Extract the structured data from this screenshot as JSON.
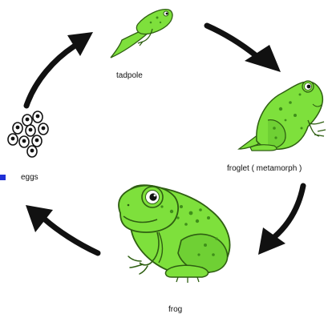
{
  "stages": {
    "tadpole": {
      "label": "tadpole",
      "icon": "tadpole-illustration"
    },
    "froglet": {
      "label": "froglet ( metamorph )",
      "icon": "froglet-illustration"
    },
    "frog": {
      "label": "frog",
      "icon": "frog-illustration"
    },
    "eggs": {
      "label": "eggs",
      "icon": "egg-cluster-illustration"
    }
  },
  "colors": {
    "frog_green": "#7ee03c",
    "frog_dark_green": "#3f8f1a",
    "arrow": "#111111",
    "background": "#ffffff",
    "marker": "#1f2fd6"
  }
}
